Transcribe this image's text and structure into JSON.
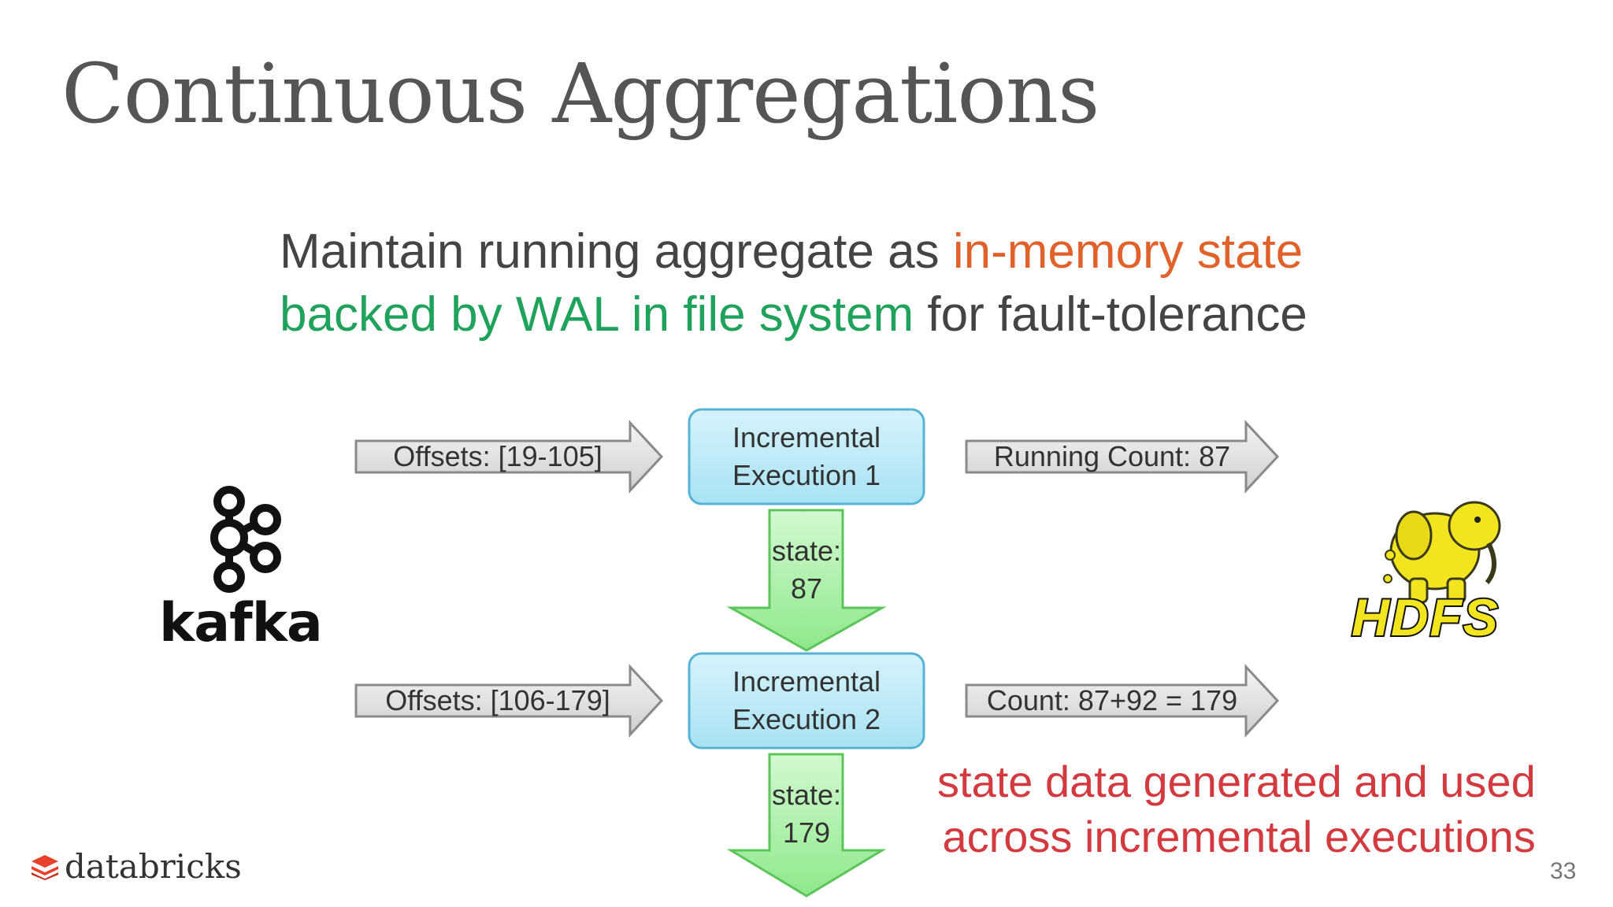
{
  "slide": {
    "title": "Continuous Aggregations",
    "subtitle": {
      "line1_plain": "Maintain running aggregate as ",
      "line1_highlight": "in-memory state",
      "line2_highlight": "backed by WAL in file system",
      "line2_plain": " for fault-tolerance"
    },
    "colors": {
      "orange": "#e0622a",
      "green": "#1fa25b",
      "note_red": "#d33a3f",
      "box_fill": "#bfeaf7",
      "box_stroke": "#56b3d6",
      "arrow_green": "#a9f0a8"
    },
    "source_logo": {
      "word": "kafka",
      "icon": "kafka-icon"
    },
    "sink_logo": {
      "word": "HDFS",
      "icon": "hadoop-elephant-icon"
    },
    "diagram": {
      "exec1": {
        "input_label": "Offsets: [19-105]",
        "box_line1": "Incremental",
        "box_line2": "Execution  1",
        "output_label": "Running  Count: 87",
        "state_line1": "state:",
        "state_line2": "87"
      },
      "exec2": {
        "input_label": "Offsets: [106-179]",
        "box_line1": "Incremental",
        "box_line2": "Execution  2",
        "output_label": "Count:  87+92 = 179",
        "state_line1": "state:",
        "state_line2": "179"
      }
    },
    "note": {
      "line1": "state data generated and used",
      "line2": "across incremental executions"
    },
    "footer": {
      "brand": "databricks",
      "page_number": "33"
    }
  }
}
